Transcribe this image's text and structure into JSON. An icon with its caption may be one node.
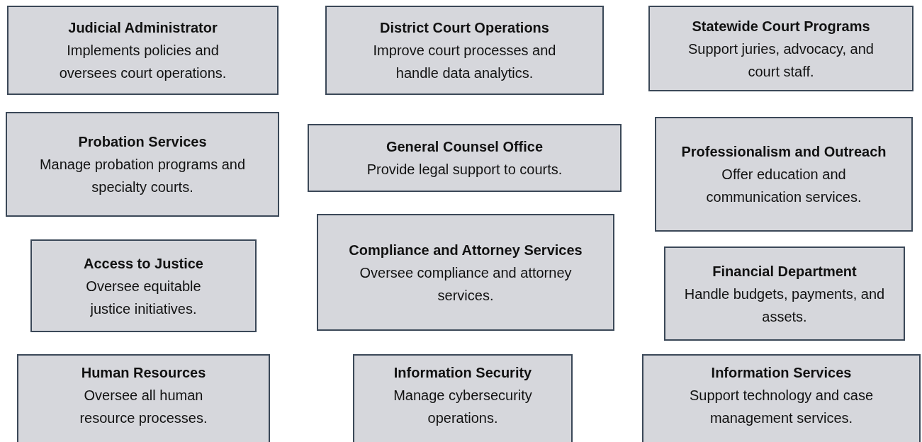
{
  "diagram": {
    "nodes": [
      {
        "text": [
          "Judicial Administrator",
          "Implements policies and oversees court operations."
        ]
      },
      {
        "text": [
          "District Court Operations",
          "Improve court processes and handle data analytics."
        ]
      },
      {
        "text": [
          "Statewide Court Programs",
          "Support juries, advocacy, and court staff."
        ]
      },
      {
        "text": [
          "Probation Services",
          "Manage probation programs and specialty courts."
        ]
      },
      {
        "text": [
          "General Counsel Office",
          "Provide legal support to courts."
        ]
      },
      {
        "text": [
          "Professionalism and Outreach",
          "Offer education and communication services."
        ]
      },
      {
        "text": [
          "Access to Justice",
          "Oversee equitable justice initiatives."
        ]
      },
      {
        "text": [
          "Compliance and Attorney Services",
          "Oversee compliance and attorney services."
        ]
      },
      {
        "text": [
          "Financial Department",
          "Handle budgets, payments, and assets."
        ]
      },
      {
        "text": [
          "Human Resources",
          "Oversee all human resource processes."
        ]
      },
      {
        "text": [
          "Information Security",
          "Manage cybersecurity operations."
        ]
      },
      {
        "text": [
          "Information Services",
          "Support technology and case management services."
        ]
      }
    ]
  }
}
